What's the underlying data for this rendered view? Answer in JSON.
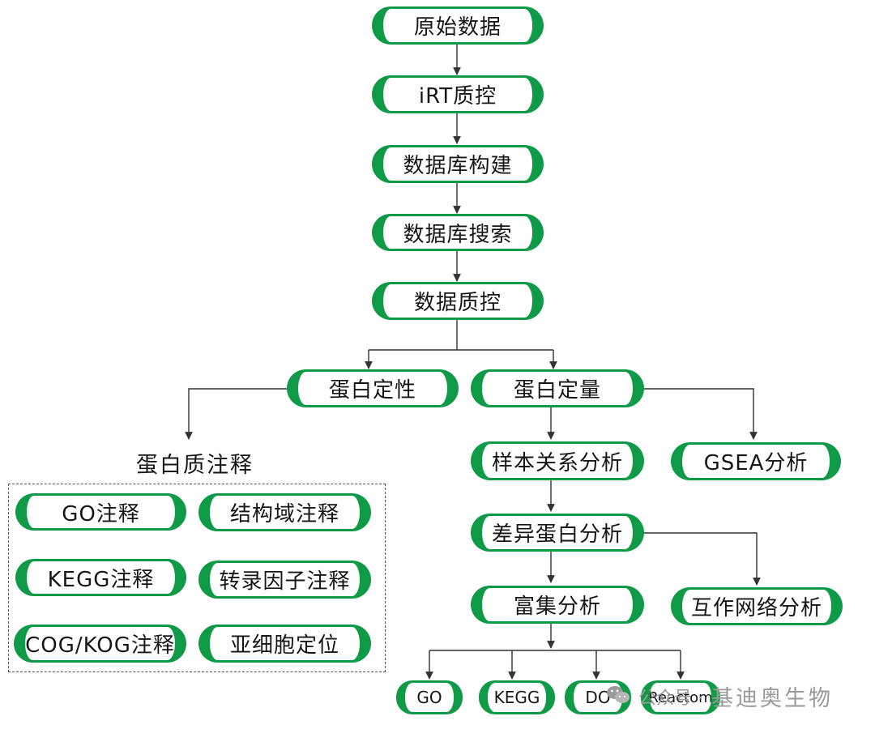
{
  "colors": {
    "accent": "#0f9a48",
    "text": "#161616",
    "line": "#333333",
    "watermark": "#9a9a9a"
  },
  "nodes": {
    "raw": "原始数据",
    "irt": "iRT质控",
    "db_build": "数据库构建",
    "db_search": "数据库搜索",
    "data_qc": "数据质控",
    "qual": "蛋白定性",
    "quant": "蛋白定量",
    "sample_rel": "样本关系分析",
    "gsea": "GSEA分析",
    "diff": "差异蛋白分析",
    "enrich": "富集分析",
    "ppi": "互作网络分析",
    "go_anno": "GO注释",
    "domain_anno": "结构域注释",
    "kegg_anno": "KEGG注释",
    "tf_anno": "转录因子注释",
    "cog_anno": "COG/KOG注释",
    "subcell": "亚细胞定位",
    "go": "GO",
    "kegg": "KEGG",
    "do": "DO",
    "reactome": "Reactom"
  },
  "annotation_group_label": "蛋白质注释",
  "watermark": {
    "icon": "wechat-icon",
    "prefix": "公众号 ·",
    "name": "基迪奥生物"
  }
}
